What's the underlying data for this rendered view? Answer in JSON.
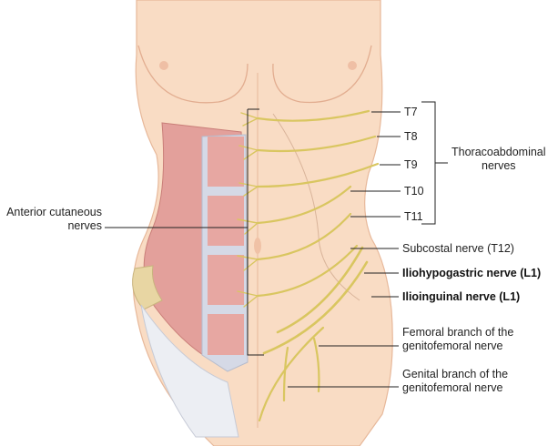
{
  "labels": {
    "t7": "T7",
    "t8": "T8",
    "t9": "T9",
    "t10": "T10",
    "t11": "T11",
    "thoraco_line1": "Thoracoabdominal",
    "thoraco_line2": "nerves",
    "anterior_line1": "Anterior cutaneous",
    "anterior_line2": "nerves",
    "subcostal": "Subcostal nerve (T12)",
    "iliohypogastric": "Iliohypogastric nerve (L1)",
    "ilioinguinal": "Ilioinguinal nerve (L1)",
    "femoral_line1": "Femoral branch of the",
    "femoral_line2": "genitofemoral nerve",
    "genital_line1": "Genital branch of the",
    "genital_line2": "genitofemoral nerve"
  },
  "colors": {
    "skin": "#f9dcc4",
    "skin_shadow": "#f0c2a6",
    "muscle": "#e3a09b",
    "tendon": "#e6ecf2",
    "nerve": "#d9c660",
    "leader": "#222222"
  }
}
